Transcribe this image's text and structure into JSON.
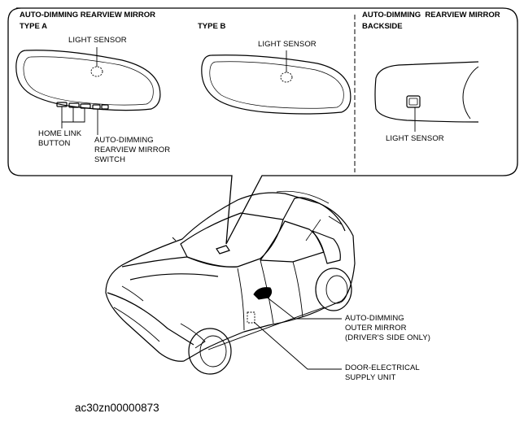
{
  "callout": {
    "left_title": "AUTO-DIMMING REARVIEW MIRROR",
    "type_a": "TYPE A",
    "type_b": "TYPE B",
    "right_title_1": "AUTO-DIMMING  REARVIEW MIRROR",
    "right_title_2": "BACKSIDE"
  },
  "labels": {
    "light_sensor_a": "LIGHT SENSOR",
    "light_sensor_b": "LIGHT SENSOR",
    "light_sensor_back": "LIGHT SENSOR",
    "home_link_1": "HOME LINK",
    "home_link_2": "BUTTON",
    "switch_1": "AUTO-DIMMING",
    "switch_2": "REARVIEW MIRROR",
    "switch_3": "SWITCH",
    "outer_mirror_1": "AUTO-DIMMING",
    "outer_mirror_2": "OUTER MIRROR",
    "outer_mirror_3": "(DRIVER'S SIDE ONLY)",
    "door_unit_1": "DOOR-ELECTRICAL",
    "door_unit_2": "SUPPLY UNIT"
  },
  "figure_code": "ac30zn00000873"
}
